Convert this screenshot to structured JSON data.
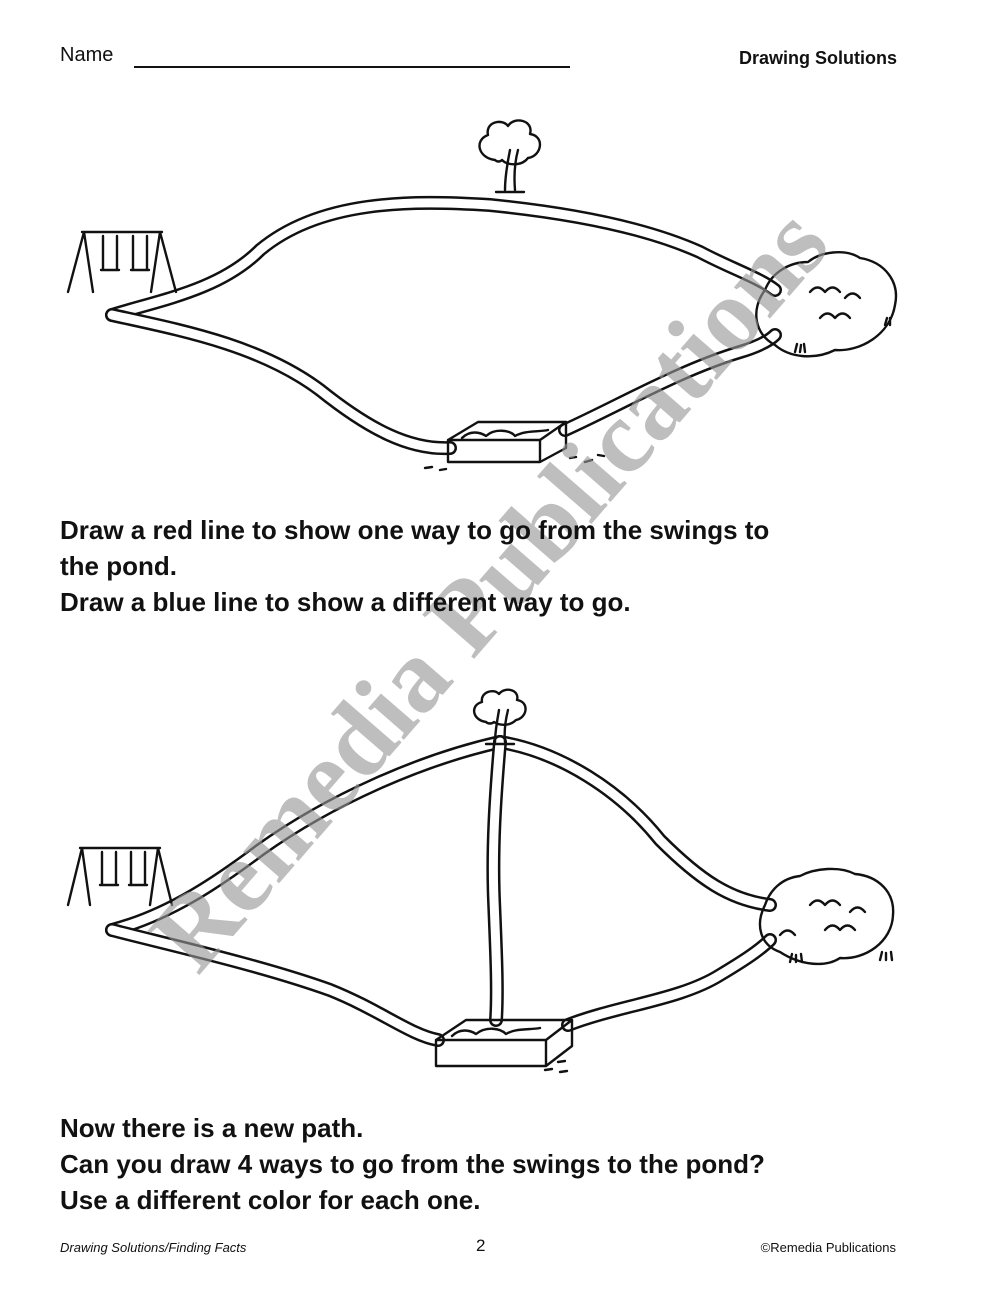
{
  "header": {
    "name_label": "Name",
    "title": "Drawing Solutions"
  },
  "activity1": {
    "instructions": [
      "Draw a red line to show one way to go from the swings to",
      "the pond.",
      "Draw a blue line to show a different way to go."
    ]
  },
  "activity2": {
    "instructions": [
      "Now there is a new path.",
      "Can you draw 4 ways to go from the swings to the pond?",
      "Use a different color for each one."
    ]
  },
  "watermark": "Remedia Publications",
  "footer": {
    "left": "Drawing Solutions/Finding Facts",
    "page": "2",
    "right": "©Remedia Publications"
  }
}
